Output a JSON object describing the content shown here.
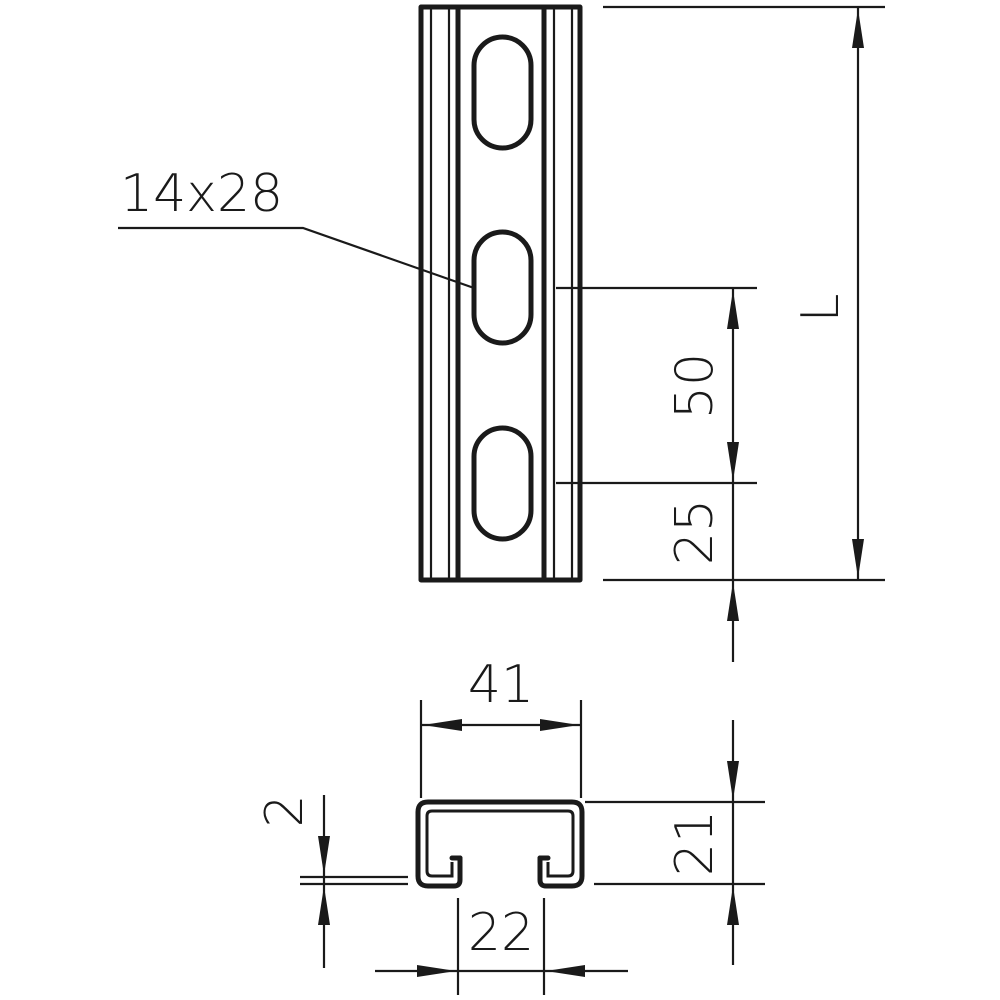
{
  "drawing": {
    "title": "Mounting rail technical drawing",
    "colors": {
      "line": "#1a1a1a",
      "background": "#ffffff"
    },
    "labels": {
      "slot_size": "14x28",
      "length": "L",
      "slot_pitch": "50",
      "slot_offset": "25",
      "width": "41",
      "height": "21",
      "thickness": "2",
      "opening": "22"
    },
    "views": [
      "front-view",
      "cross-section"
    ]
  }
}
